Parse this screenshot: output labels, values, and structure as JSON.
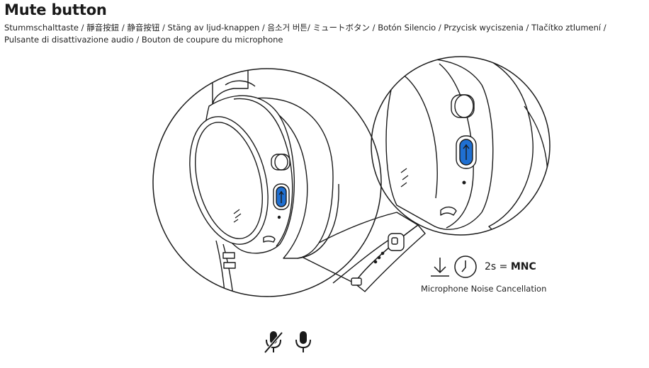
{
  "header": {
    "title": "Mute button",
    "translations": "Stummschalttaste / 靜音按鈕 / 静音按钮 / Stäng av ljud-knappen / 음소거 버튼/ ミュートボタン / Botón Silencio / Przycisk wyciszenia / Tlačítko ztlumení / Pulsante di disattivazione audio / Bouton de coupure du microphone"
  },
  "mnc": {
    "duration": "2s",
    "equals": "=",
    "label": "MNC",
    "caption": "Microphone Noise Cancellation"
  },
  "icons": {
    "press": "press-down-icon",
    "clock": "clock-icon",
    "mic_muted": "microphone-muted-icon",
    "mic_active": "microphone-icon"
  },
  "colors": {
    "accent": "#1f6fd1",
    "line": "#1a1a1a"
  }
}
